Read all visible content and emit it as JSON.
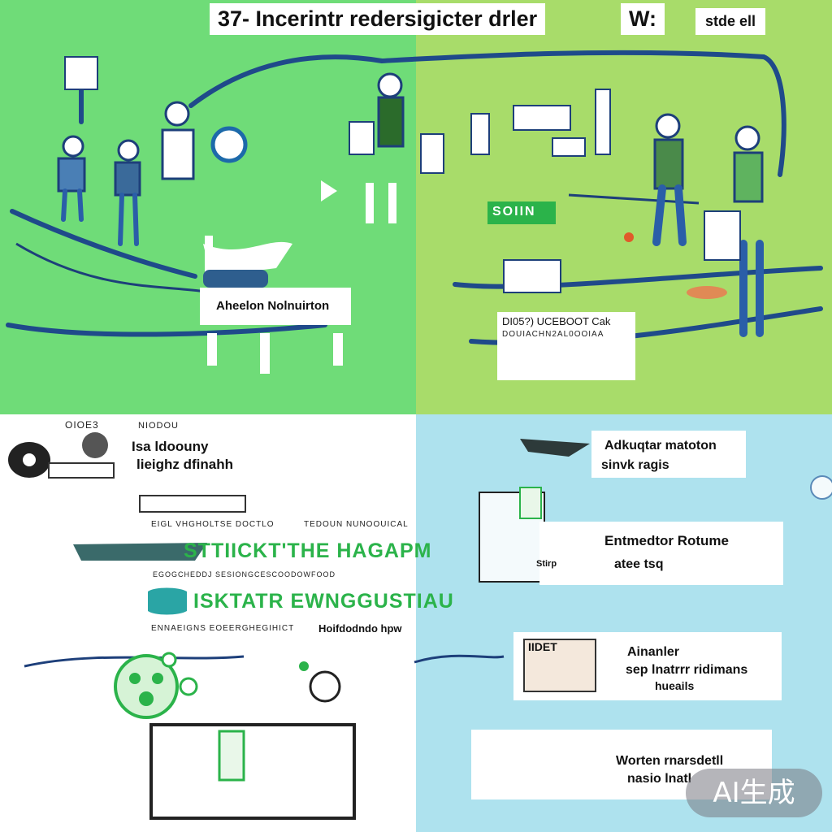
{
  "header": {
    "title": "37- Incerintr redersigicter drler",
    "title_w": "W:",
    "side_label": "stde ell"
  },
  "top_left": {
    "caption": "Aheelon Nolnuirton"
  },
  "top_right": {
    "card_line1": "DI05?) UCEBOOT Cak",
    "card_line2": "DOUIACHN2AL0OOIAA",
    "sign_text": "SOIIN"
  },
  "bottom_left": {
    "tag_code": "OIOE3",
    "tag_small": "NIODOU",
    "line1": "Isa ldoouny",
    "line2": "lieighz dfinahh",
    "small_row": "EIGL VHGHOLTSE DOCTLO",
    "small_row_right": "TEDOUN NUNOOUICAL",
    "headline": "STTIICKT'THE HAGAPM",
    "small_row2": "EGOGCHEDDJ SESIONGCESCOODOWFOOD",
    "headline2": "ISKTATR EWNGGUSTIAU",
    "small_row3": "ENNAEIGNS EOEERGHEGIHICT",
    "note": "Hoifdodndo hpw"
  },
  "bottom_right": {
    "card1_line1": "Adkuqtar matoton",
    "card1_line2": "sinvk ragis",
    "card2_line1": "Entmedtor Rotume",
    "card2_line2": "atee tsq",
    "card2_small": "Stirp",
    "card3_line1": "Ainanler",
    "card3_line2": "sep lnatrrr ridimans",
    "card3_line3": "hueails",
    "card4_line1": "Worten rnarsdetll",
    "card4_line2": "nasio lnatl",
    "shop_sign": "IIDET"
  },
  "watermark": "AI生成",
  "colors": {
    "green_tl": "#6fdc78",
    "green_tr": "#a8dc6a",
    "blue_br": "#aee2ee",
    "line_navy": "#1f4a8a",
    "accent_green": "#2bb34a"
  }
}
